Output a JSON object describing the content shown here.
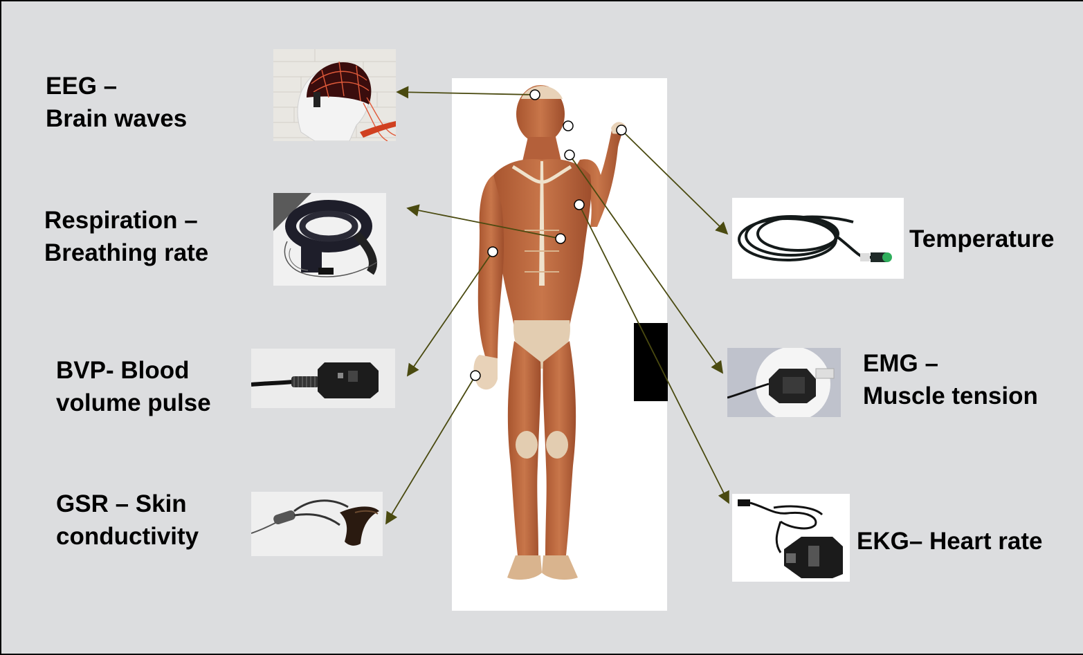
{
  "labels": {
    "eeg": {
      "line1": "EEG –",
      "line2": "Brain waves"
    },
    "respiration": {
      "line1": "Respiration –",
      "line2": "Breathing rate"
    },
    "bvp": {
      "line1": "BVP- Blood",
      "line2": "volume pulse"
    },
    "gsr": {
      "line1": "GSR – Skin",
      "line2": "conductivity"
    },
    "temperature": {
      "line1": "Temperature"
    },
    "emg": {
      "line1": "EMG –",
      "line2": "Muscle tension"
    },
    "ekg": {
      "line1": "EKG– Heart rate"
    }
  },
  "colors": {
    "background": "#dcdddf",
    "connector": "#4a4a10",
    "muscle": "#b8643c",
    "tendon": "#efe2cc"
  },
  "icons": {
    "eeg": "eeg-electrode-cap-photo",
    "respiration": "respiration-belt-photo",
    "bvp": "bvp-sensor-photo",
    "gsr": "gsr-finger-sensor-photo",
    "temperature": "temperature-sensor-photo",
    "emg": "emg-electrode-photo",
    "ekg": "ekg-sensor-photo",
    "body": "human-muscular-anatomy-figure"
  }
}
